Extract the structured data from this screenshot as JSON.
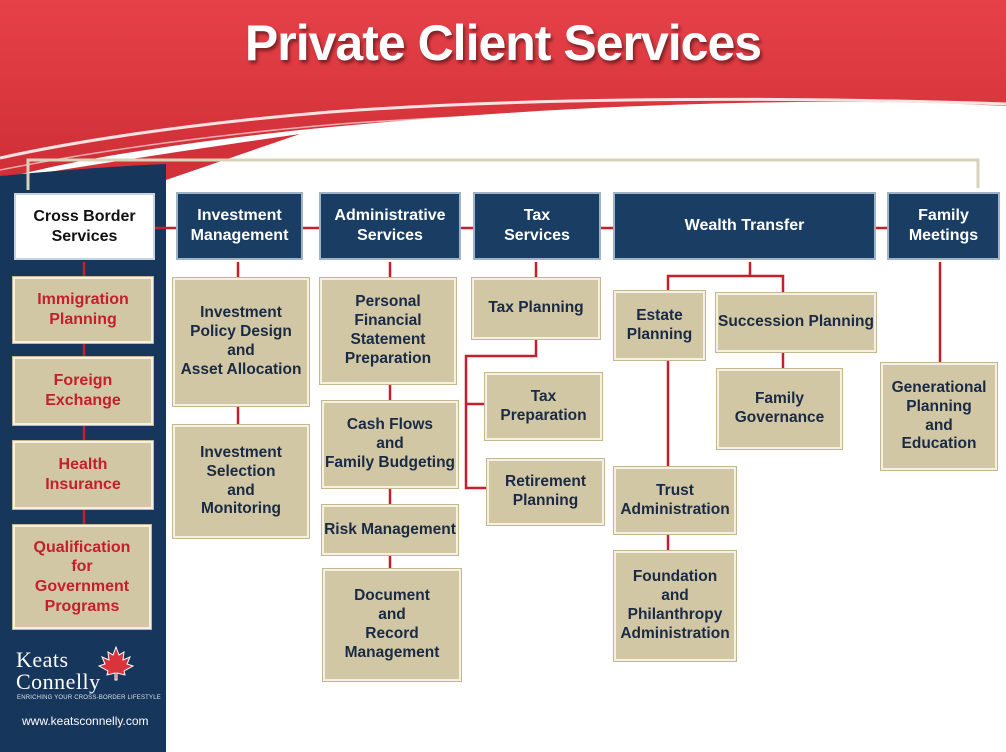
{
  "title": "Private Client Services",
  "colors": {
    "navy": "#1a3d64",
    "red": "#d9343b",
    "tan": "#d1c7a4",
    "connector": "#c41f2b",
    "brace": "#d8d2b8"
  },
  "categories": {
    "cross_border": "Cross Border\nServices",
    "investment": "Investment\nManagement",
    "administrative": "Administrative\nServices",
    "tax": "Tax\nServices",
    "wealth": "Wealth Transfer",
    "family": "Family\nMeetings"
  },
  "cross_border_items": {
    "immigration": "Immigration\nPlanning",
    "foreign_exchange": "Foreign\nExchange",
    "health": "Health\nInsurance",
    "qualification": "Qualification\nfor\nGovernment\nPrograms"
  },
  "investment_items": {
    "policy": "Investment\nPolicy Design\nand\nAsset Allocation",
    "selection": "Investment\nSelection\nand\nMonitoring"
  },
  "administrative_items": {
    "personal": "Personal\nFinancial\nStatement\nPreparation",
    "cash": "Cash Flows\nand\nFamily Budgeting",
    "risk": "Risk Management",
    "document": "Document\nand\nRecord\nManagement"
  },
  "tax_items": {
    "planning": "Tax Planning",
    "preparation": "Tax Preparation",
    "retirement": "Retirement\nPlanning"
  },
  "wealth_items": {
    "estate": "Estate\nPlanning",
    "succession": "Succession Planning",
    "governance": "Family\nGovernance",
    "trust": "Trust\nAdministration",
    "foundation": "Foundation\nand\nPhilanthropy\nAdministration"
  },
  "family_items": {
    "generational": "Generational\nPlanning\nand\nEducation"
  },
  "logo": {
    "line1": "Keats",
    "line2": "Connelly",
    "tagline": "ENRICHING YOUR CROSS-BORDER LIFESTYLE",
    "icon": "maple-leaf-icon"
  },
  "website": "www.keatsconnelly.com"
}
